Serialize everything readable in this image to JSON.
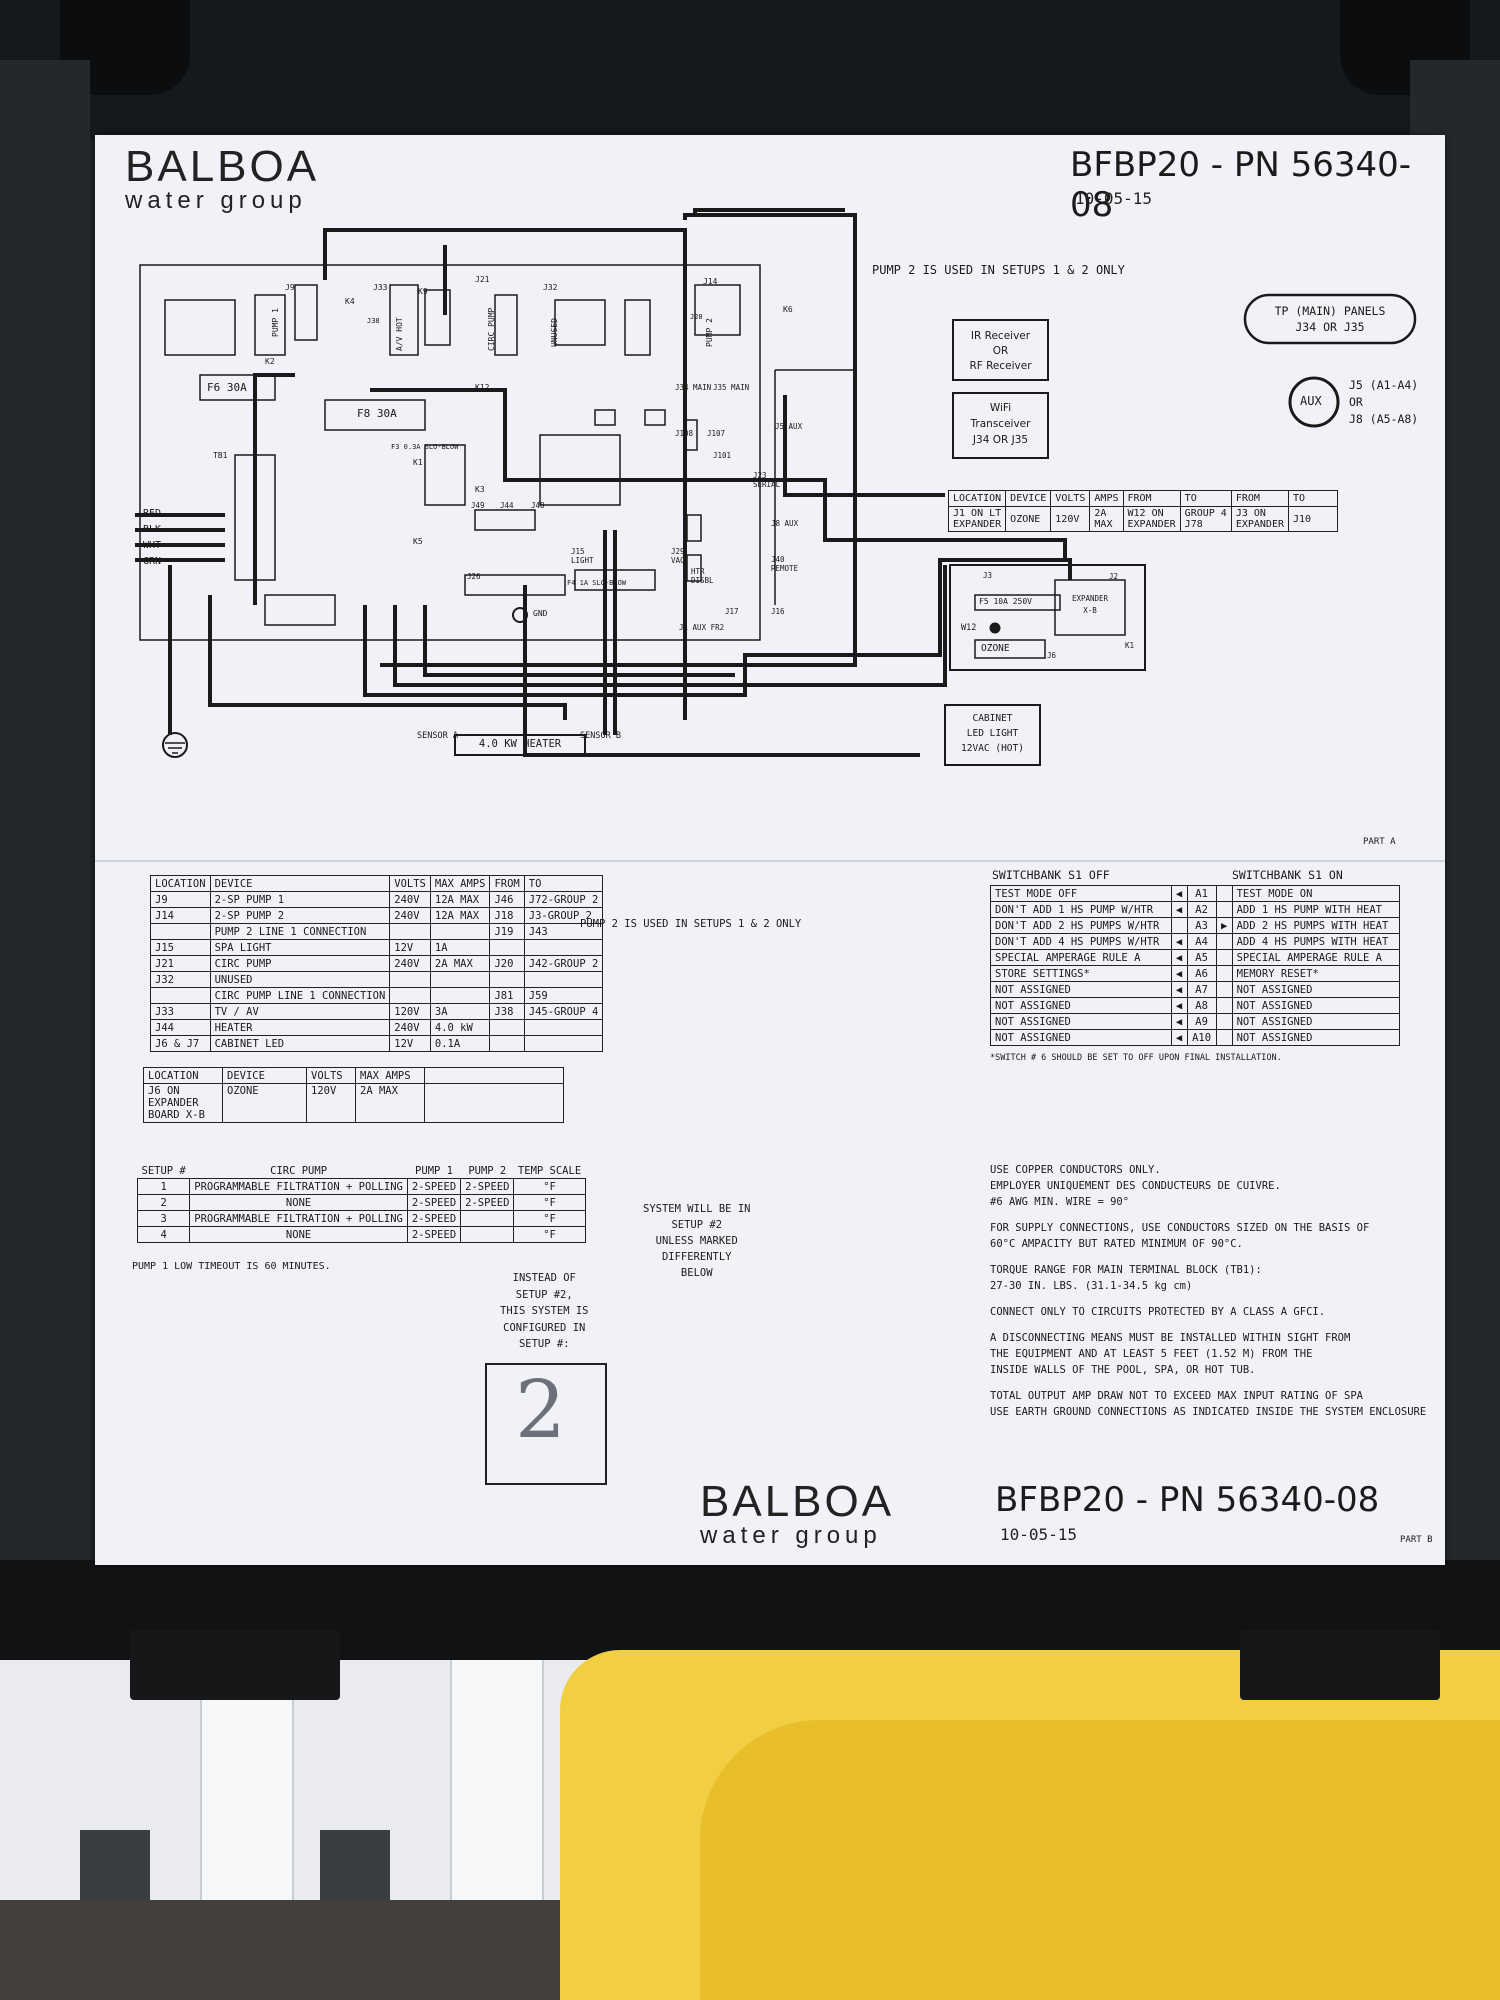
{
  "header": {
    "brand_big": "BALBOA",
    "brand_small": "water group",
    "part_number": "BFBP20 - PN 56340-08",
    "date": "10-05-15"
  },
  "diagram": {
    "pump2_note": "PUMP 2 IS USED IN SETUPS 1 & 2 ONLY",
    "tp_panels": "TP (MAIN) PANELS\nJ34 OR J35",
    "aux_label": "AUX",
    "aux_ports": "J5 (A1-A4)\nOR\nJ8 (A5-A8)",
    "ir_receiver": "IR Receiver\nOR\nRF Receiver",
    "wifi": "WiFi\nTransceiver\nJ34 OR J35",
    "wire_red": "RED",
    "wire_blk": "BLK",
    "wire_wht": "WHT",
    "wire_grn": "GRN",
    "sensor_a": "SENSOR A",
    "sensor_b": "SENSOR B",
    "heater": "4.0 KW HEATER",
    "cabinet_light": "CABINET\nLED LIGHT\n12VAC (HOT)",
    "fuse_f6": "F6 30A",
    "fuse_f8": "F8 30A",
    "fuse_f5": "F5 10A 250V",
    "fuse_f3": "F3 0.3A SLO-BLOW",
    "fuse_f4": "F4 1A SLO-BLOW",
    "ozone": "OZONE",
    "expander": "EXPANDER\nX-B",
    "gnd": "GND",
    "w12": "W12",
    "part_a": "PART A",
    "part_b": "PART B",
    "labels": [
      "J9",
      "J33",
      "J21",
      "J32",
      "J14",
      "K9",
      "K4",
      "K6",
      "K2",
      "K1",
      "K3",
      "K5",
      "K12",
      "J38",
      "J28",
      "J34 MAIN",
      "J35 MAIN",
      "J5 AUX",
      "J8 AUX",
      "J40 REMOTE",
      "J23 SERIAL",
      "J108",
      "J107",
      "J101",
      "J15 LIGHT",
      "J29 VAC",
      "HTR DISBL",
      "J17",
      "J16",
      "J2",
      "J3",
      "J6",
      "K1",
      "J26",
      "J44",
      "J49",
      "J48",
      "TB1",
      "PUMP 1",
      "A/V HOT",
      "CIRC PUMP",
      "UNUSED",
      "PUMP 2",
      "J1 AUX FR2"
    ]
  },
  "location_table_top": {
    "headers": [
      "LOCATION",
      "DEVICE",
      "VOLTS",
      "AMPS",
      "FROM",
      "TO",
      "FROM",
      "TO"
    ],
    "rows": [
      [
        "J1 ON LT\nEXPANDER",
        "OZONE",
        "120V",
        "2A\nMAX",
        "W12 ON\nEXPANDER",
        "GROUP 4\nJ78",
        "J3 ON\nEXPANDER",
        "J10"
      ]
    ]
  },
  "device_table": {
    "headers": [
      "LOCATION",
      "DEVICE",
      "VOLTS",
      "MAX AMPS",
      "FROM",
      "TO"
    ],
    "rows": [
      [
        "J9",
        "2-SP PUMP 1",
        "240V",
        "12A MAX",
        "J46",
        "J72-GROUP 2"
      ],
      [
        "J14",
        "2-SP PUMP 2",
        "240V",
        "12A MAX",
        "J18",
        "J3-GROUP 2"
      ],
      [
        "",
        "PUMP 2 LINE 1 CONNECTION",
        "",
        "",
        "J19",
        "J43"
      ],
      [
        "J15",
        "SPA LIGHT",
        "12V",
        "1A",
        "",
        ""
      ],
      [
        "J21",
        "CIRC PUMP",
        "240V",
        "2A MAX",
        "J20",
        "J42-GROUP 2"
      ],
      [
        "J32",
        "UNUSED",
        "",
        "",
        "",
        ""
      ],
      [
        "",
        "CIRC PUMP LINE 1 CONNECTION",
        "",
        "",
        "J81",
        "J59"
      ],
      [
        "J33",
        "TV / AV",
        "120V",
        "3A",
        "J38",
        "J45-GROUP 4"
      ],
      [
        "J44",
        "HEATER",
        "240V",
        "4.0 kW",
        "",
        ""
      ],
      [
        "J6 & J7",
        "CABINET LED",
        "12V",
        "0.1A",
        "",
        ""
      ]
    ],
    "side_note": "PUMP 2 IS USED IN SETUPS 1 & 2 ONLY"
  },
  "expander_table": {
    "headers": [
      "LOCATION",
      "DEVICE",
      "VOLTS",
      "MAX AMPS",
      ""
    ],
    "rows": [
      [
        "J6 ON\nEXPANDER\nBOARD X-B",
        "OZONE",
        "120V",
        "2A MAX",
        ""
      ]
    ]
  },
  "switchbank": {
    "title_off": "SWITCHBANK S1 OFF",
    "title_on": "SWITCHBANK S1 ON",
    "rows": [
      [
        "TEST MODE OFF",
        "◀",
        "A1",
        "",
        "TEST MODE ON"
      ],
      [
        "DON'T ADD 1 HS PUMP W/HTR",
        "◀",
        "A2",
        "",
        "ADD 1 HS PUMP WITH HEAT"
      ],
      [
        "DON'T ADD 2 HS PUMPS W/HTR",
        "",
        "A3",
        "▶",
        "ADD 2 HS PUMPS WITH HEAT"
      ],
      [
        "DON'T ADD 4 HS PUMPS W/HTR",
        "◀",
        "A4",
        "",
        "ADD 4 HS PUMPS WITH HEAT"
      ],
      [
        "SPECIAL AMPERAGE RULE A",
        "◀",
        "A5",
        "",
        "SPECIAL AMPERAGE RULE A"
      ],
      [
        "STORE SETTINGS*",
        "◀",
        "A6",
        "",
        "MEMORY RESET*"
      ],
      [
        "NOT ASSIGNED",
        "◀",
        "A7",
        "",
        "NOT ASSIGNED"
      ],
      [
        "NOT ASSIGNED",
        "◀",
        "A8",
        "",
        "NOT ASSIGNED"
      ],
      [
        "NOT ASSIGNED",
        "◀",
        "A9",
        "",
        "NOT ASSIGNED"
      ],
      [
        "NOT ASSIGNED",
        "◀",
        "A10",
        "",
        "NOT ASSIGNED"
      ]
    ],
    "footnote": "*SWITCH # 6 SHOULD BE SET TO OFF UPON FINAL INSTALLATION."
  },
  "setup_table": {
    "headers": [
      "SETUP #",
      "CIRC PUMP",
      "PUMP 1",
      "PUMP 2",
      "TEMP SCALE"
    ],
    "rows": [
      [
        "1",
        "PROGRAMMABLE FILTRATION + POLLING",
        "2-SPEED",
        "2-SPEED",
        "°F"
      ],
      [
        "2",
        "NONE",
        "2-SPEED",
        "2-SPEED",
        "°F"
      ],
      [
        "3",
        "PROGRAMMABLE FILTRATION + POLLING",
        "2-SPEED",
        "",
        "°F"
      ],
      [
        "4",
        "NONE",
        "2-SPEED",
        "",
        "°F"
      ]
    ],
    "side_note": "SYSTEM WILL BE IN\nSETUP #2\nUNLESS MARKED\nDIFFERENTLY\nBELOW",
    "timeout_note": "PUMP 1 LOW TIMEOUT IS 60 MINUTES.",
    "instead_note": "INSTEAD OF\nSETUP #2,\nTHIS SYSTEM IS\nCONFIGURED IN\nSETUP #:",
    "handwritten_setup": "2"
  },
  "notes": [
    "USE COPPER CONDUCTORS ONLY.\nEMPLOYER UNIQUEMENT DES CONDUCTEURS DE CUIVRE.\n#6 AWG MIN. WIRE = 90°",
    "FOR SUPPLY CONNECTIONS, USE CONDUCTORS SIZED ON THE BASIS OF\n60°C AMPACITY BUT RATED MINIMUM OF 90°C.",
    "TORQUE RANGE FOR MAIN TERMINAL BLOCK (TB1):\n27-30 IN. LBS. (31.1-34.5 kg cm)",
    "CONNECT ONLY TO CIRCUITS PROTECTED BY A CLASS A GFCI.",
    "A DISCONNECTING MEANS MUST BE INSTALLED WITHIN SIGHT FROM\nTHE EQUIPMENT AND AT LEAST 5 FEET (1.52 M) FROM THE\nINSIDE WALLS OF THE POOL, SPA, OR HOT TUB.",
    "TOTAL OUTPUT AMP DRAW NOT TO EXCEED MAX INPUT RATING OF SPA\nUSE EARTH GROUND CONNECTIONS AS INDICATED INSIDE THE SYSTEM ENCLOSURE"
  ],
  "footer": {
    "brand_big": "BALBOA",
    "brand_small": "water group",
    "part_number": "BFBP20 - PN 56340-08",
    "date": "10-05-15"
  }
}
